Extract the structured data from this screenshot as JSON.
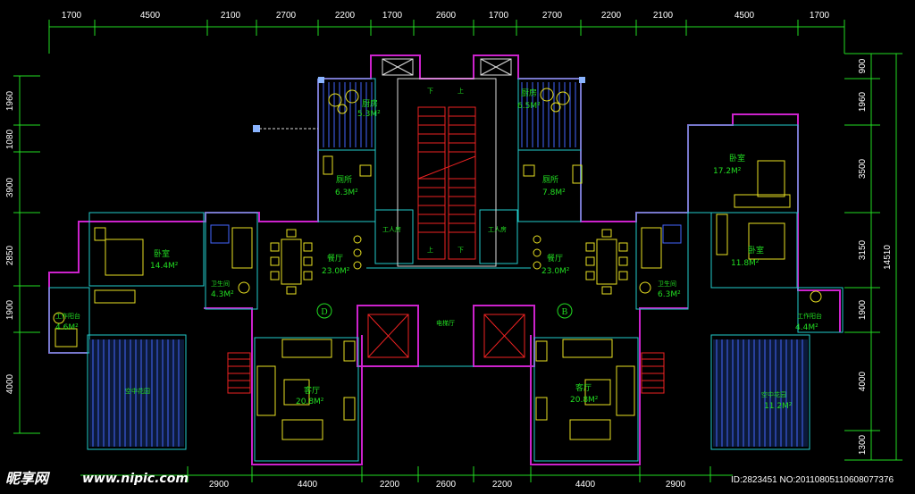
{
  "dimensions": {
    "top": [
      "1700",
      "4500",
      "2100",
      "2700",
      "2200",
      "1700",
      "2600",
      "1700",
      "2700",
      "2200",
      "2100",
      "4500",
      "1700"
    ],
    "bottom_left": "2900",
    "bottom": [
      "4400",
      "2200",
      "2600",
      "2200",
      "4400",
      "2900"
    ],
    "left": [
      "1960",
      "1080",
      "3900",
      "2850",
      "1900",
      "4000"
    ],
    "right": [
      "900",
      "1960",
      "3500",
      "3150",
      "1900",
      "4000",
      "1300"
    ],
    "right_total": "14510"
  },
  "rooms": {
    "kitchen_left": {
      "label": "厨房",
      "area": "5.3M²"
    },
    "kitchen_right": {
      "label": "厨房",
      "area": "6.5M²"
    },
    "bath_left": {
      "label": "厕所",
      "area": "6.3M²"
    },
    "bath_right": {
      "label": "厕所",
      "area": "7.8M²"
    },
    "bed_left": {
      "label": "卧室",
      "area": "14.4M²"
    },
    "bed_right_top": {
      "label": "卧室",
      "area": "17.2M²"
    },
    "bed_right": {
      "label": "卧室",
      "area": "11.8M²"
    },
    "toilet_left": {
      "label": "卫生间",
      "area": "4.3M²"
    },
    "toilet_right": {
      "label": "卫生间",
      "area": "6.3M²"
    },
    "dining_left": {
      "label": "餐厅",
      "area": "23.0M²"
    },
    "dining_right": {
      "label": "餐厅",
      "area": "23.0M²"
    },
    "balcony_left": {
      "label": "工作阳台",
      "area": "4.6M²"
    },
    "balcony_right": {
      "label": "工作阳台",
      "area": "4.4M²"
    },
    "living_left": {
      "label": "客厅",
      "area": "20.8M²"
    },
    "living_right": {
      "label": "客厅",
      "area": "20.8M²"
    },
    "garden_left": {
      "label": "空中花园",
      "area": ""
    },
    "garden_right": {
      "label": "空中花园",
      "area": "11.2M²"
    },
    "lobby": {
      "label": "电梯厅"
    },
    "service_left": {
      "label": "工人房"
    },
    "service_right": {
      "label": "工人房"
    }
  },
  "unit_labels": {
    "left": "D",
    "right": "B"
  },
  "stair_marks": {
    "up": "上",
    "down": "下"
  },
  "watermark": {
    "brand": "昵享网",
    "url": "www.nipic.com",
    "id": "ID:2823451 NO:20110805110608077376"
  }
}
